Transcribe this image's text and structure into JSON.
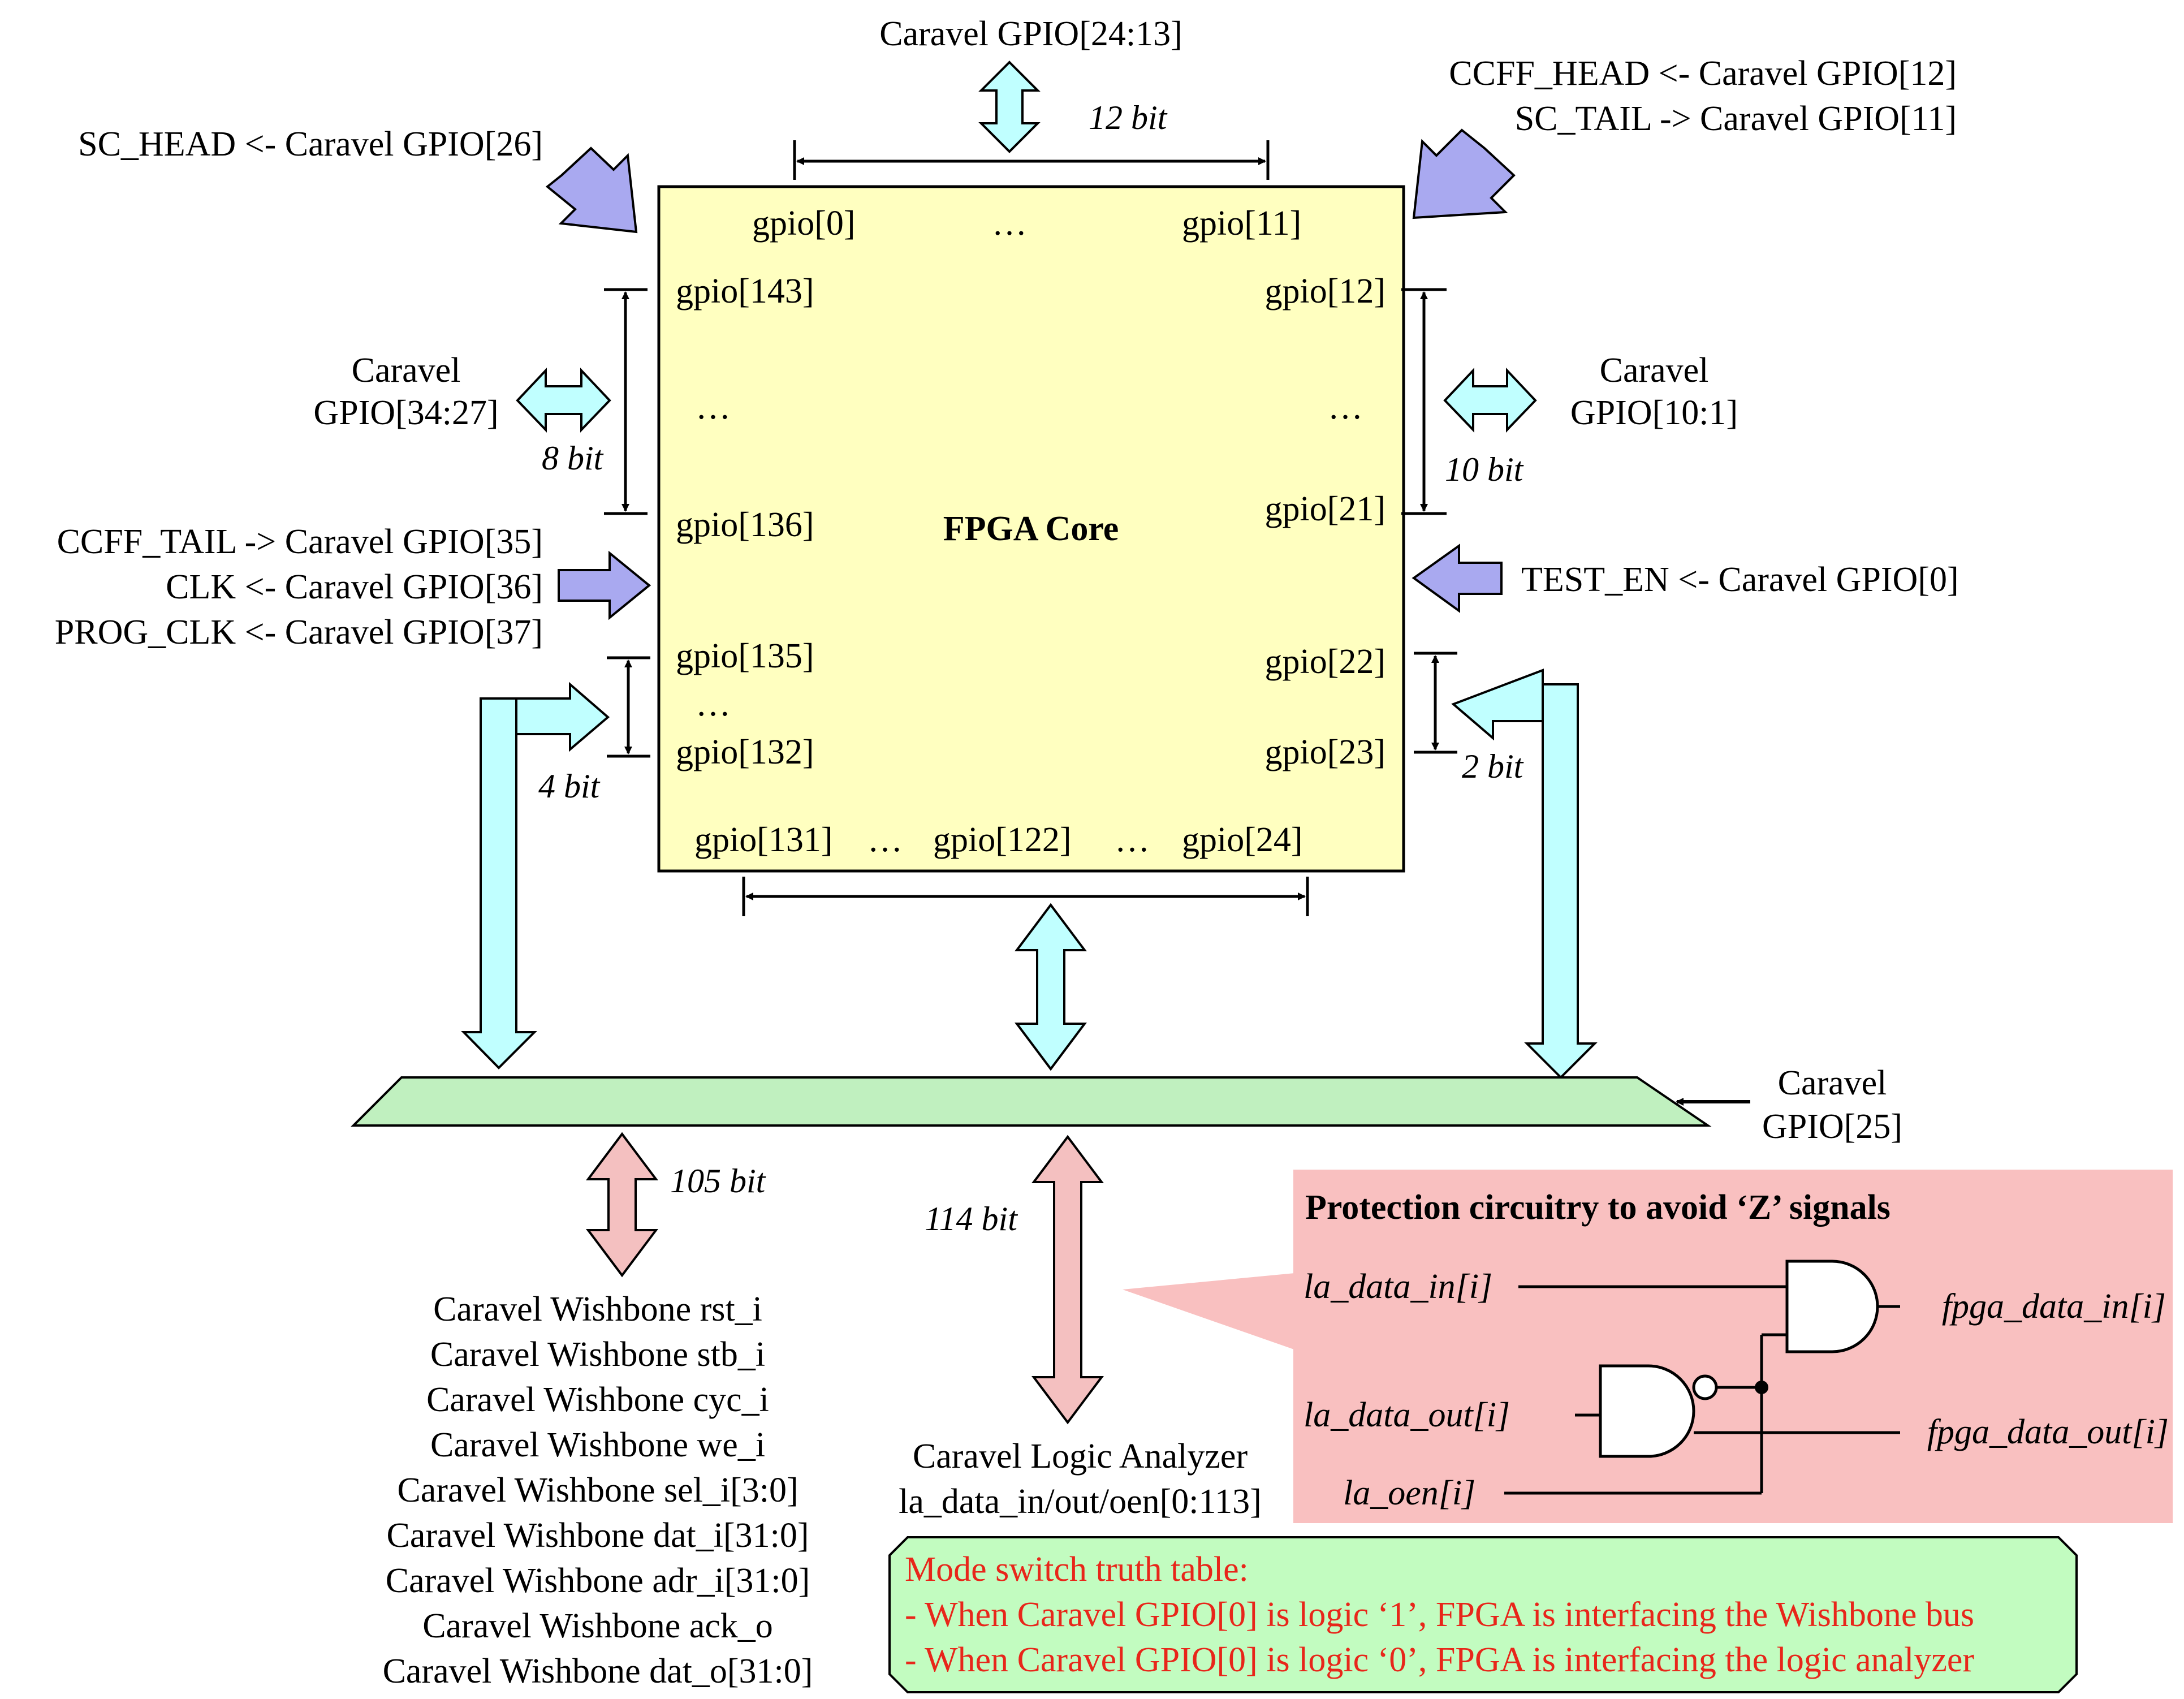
{
  "colors": {
    "core_fill": "#ffffc0",
    "cyan_arrow": "#c0ffff",
    "blue_arrow": "#a9a9f0",
    "pink_arrow": "#f4c0c0",
    "green_bar": "#c0f0bf",
    "protection_fill": "#f9c0c0",
    "truth_fill": "#c2fcc0",
    "truth_text": "#e8261a"
  },
  "core": {
    "title": "FPGA Core",
    "top_left": "gpio[0]",
    "top_mid": "…",
    "top_right": "gpio[11]",
    "left_1": "gpio[143]",
    "left_dots_1": "…",
    "left_2": "gpio[136]",
    "left_3": "gpio[135]",
    "left_dots_2": "…",
    "left_4": "gpio[132]",
    "right_1": "gpio[12]",
    "right_dots": "…",
    "right_2": "gpio[21]",
    "right_3": "gpio[22]",
    "right_4": "gpio[23]",
    "bottom_1": "gpio[131]",
    "bottom_dots_1": "…",
    "bottom_2": "gpio[122]",
    "bottom_dots_2": "…",
    "bottom_3": "gpio[24]"
  },
  "labels": {
    "top_gpio": "Caravel GPIO[24:13]",
    "top_bits": "12 bit",
    "sc_head": "SC_HEAD <- Caravel GPIO[26]",
    "ccff_head": "CCFF_HEAD <- Caravel GPIO[12]",
    "sc_tail": "SC_TAIL -> Caravel GPIO[11]",
    "left_gpio_1": "Caravel",
    "left_gpio_2": "GPIO[34:27]",
    "left_bits": "8 bit",
    "right_gpio_1": "Caravel",
    "right_gpio_2": "GPIO[10:1]",
    "right_bits": "10 bit",
    "ccff_tail": "CCFF_TAIL  -> Caravel GPIO[35]",
    "clk": "CLK <- Caravel GPIO[36]",
    "prog_clk": "PROG_CLK <- Caravel GPIO[37]",
    "test_en": "TEST_EN <- Caravel GPIO[0]",
    "left_small_bits": "4 bit",
    "right_small_bits": "2 bit",
    "mux_gpio_1": "Caravel",
    "mux_gpio_2": "GPIO[25]",
    "wb_bits": "105 bit",
    "la_bits": "114 bit",
    "la_1": "Caravel Logic Analyzer",
    "la_2": "la_data_in/out/oen[0:113]"
  },
  "wishbone": [
    "Caravel Wishbone rst_i",
    "Caravel Wishbone stb_i",
    "Caravel Wishbone cyc_i",
    "Caravel Wishbone we_i",
    "Caravel Wishbone sel_i[3:0]",
    "Caravel Wishbone dat_i[31:0]",
    "Caravel Wishbone adr_i[31:0]",
    "Caravel Wishbone ack_o",
    "Caravel Wishbone dat_o[31:0]"
  ],
  "protection": {
    "title": "Protection circuitry to avoid ‘Z’ signals",
    "la_data_in": "la_data_in[i]",
    "la_data_out": "la_data_out[i]",
    "la_oen": "la_oen[i]",
    "fpga_data_in": "fpga_data_in[i]",
    "fpga_data_out": "fpga_data_out[i]"
  },
  "truth": {
    "title": "Mode switch truth table:",
    "line1": "- When Caravel GPIO[0] is logic ‘1’, FPGA is interfacing the Wishbone bus",
    "line2": "- When Caravel GPIO[0] is logic ‘0’, FPGA is interfacing the logic analyzer"
  }
}
